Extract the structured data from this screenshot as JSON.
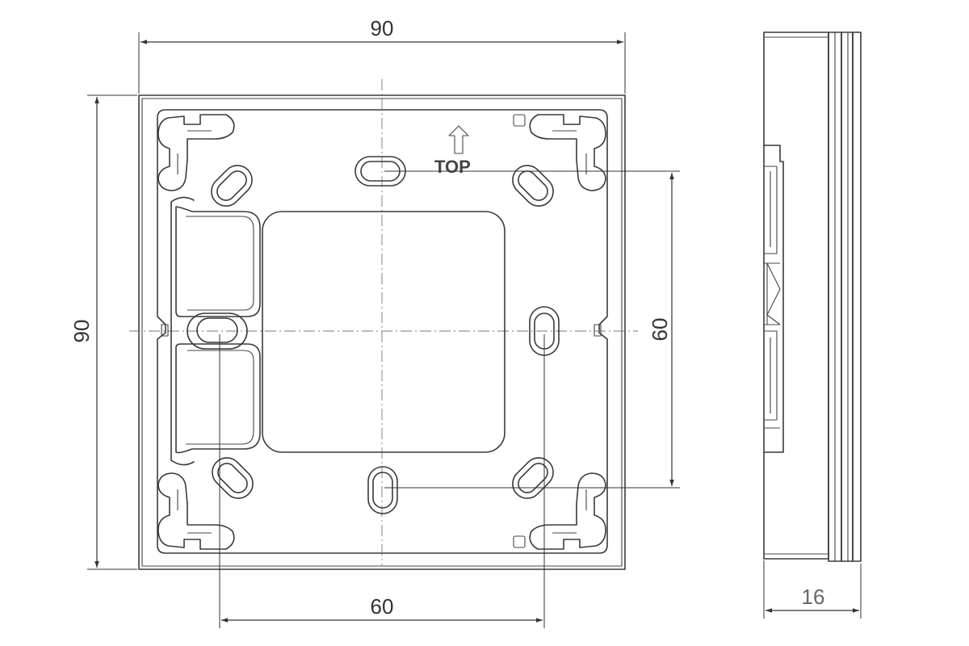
{
  "dimensions": {
    "width_top": "90",
    "height_left": "90",
    "hole_spacing_vertical": "60",
    "hole_spacing_horizontal": "60",
    "depth": "16"
  },
  "markings": {
    "orientation_label": "TOP",
    "orientation_arrow": "up-arrow-icon"
  },
  "colors": {
    "line": "#3a3a3a",
    "background": "#ffffff"
  }
}
